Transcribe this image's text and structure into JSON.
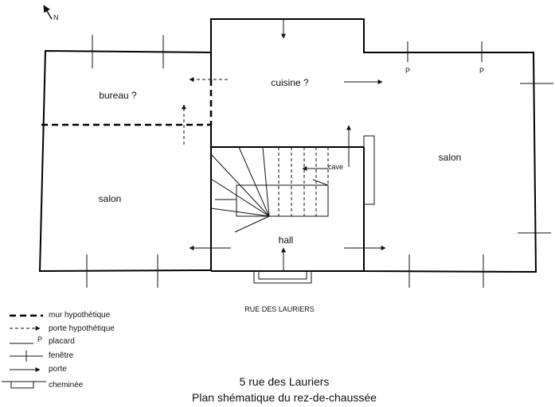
{
  "compass": {
    "label": "N"
  },
  "rooms": {
    "bureau": "bureau ?",
    "cuisine": "cuisine ?",
    "salon_left": "salon",
    "salon_right": "salon",
    "hall": "hall",
    "cave": "cave"
  },
  "wall_marks": {
    "placard_1": "P",
    "placard_2": "P"
  },
  "street_label": "RUE DES LAURIERS",
  "legend": [
    {
      "symbol": "dashed-thick-line",
      "label": "mur hypothétique"
    },
    {
      "symbol": "dashed-arrow",
      "label": "porte hypothétique"
    },
    {
      "symbol": "p-line",
      "label": "placard"
    },
    {
      "symbol": "cross-line",
      "label": "fenêtre"
    },
    {
      "symbol": "arrow",
      "label": "porte"
    },
    {
      "symbol": "fireplace",
      "label": "cheminée"
    }
  ],
  "title": {
    "line1": "5 rue des Lauriers",
    "line2": "Plan shématique du rez-de-chaussée"
  },
  "legend_placard_letter": "P"
}
